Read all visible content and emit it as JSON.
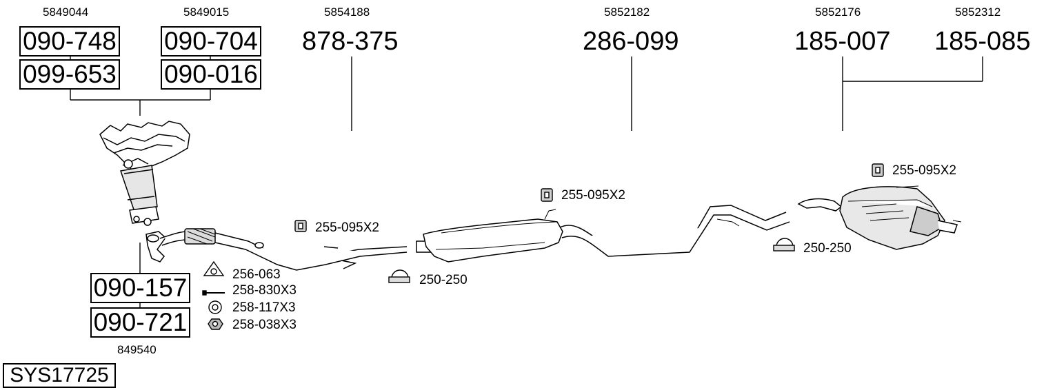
{
  "system_code": "SYS17725",
  "groups": {
    "manifold_left": {
      "ref": "5849044",
      "parts": [
        "090-748",
        "099-653"
      ]
    },
    "manifold_right": {
      "ref": "5849015",
      "parts": [
        "090-704",
        "090-016"
      ]
    },
    "front_pipe": {
      "ref": "849540",
      "parts": [
        "090-157",
        "090-721"
      ]
    },
    "pipe_mid": {
      "ref": "5854188",
      "part": "878-375"
    },
    "center_muffler": {
      "ref": "5852182",
      "part": "286-099"
    },
    "rear_left": {
      "ref": "5852176",
      "part": "185-007"
    },
    "rear_right": {
      "ref": "5852312",
      "part": "185-085"
    }
  },
  "accessories": {
    "gasket": "256-063",
    "bolt": "258-830X3",
    "ring": "258-117X3",
    "nut": "258-038X3",
    "hanger_1": "255-095X2",
    "hanger_2": "255-095X2",
    "hanger_3": "255-095X2",
    "clamp_1": "250-250",
    "clamp_2": "250-250"
  }
}
